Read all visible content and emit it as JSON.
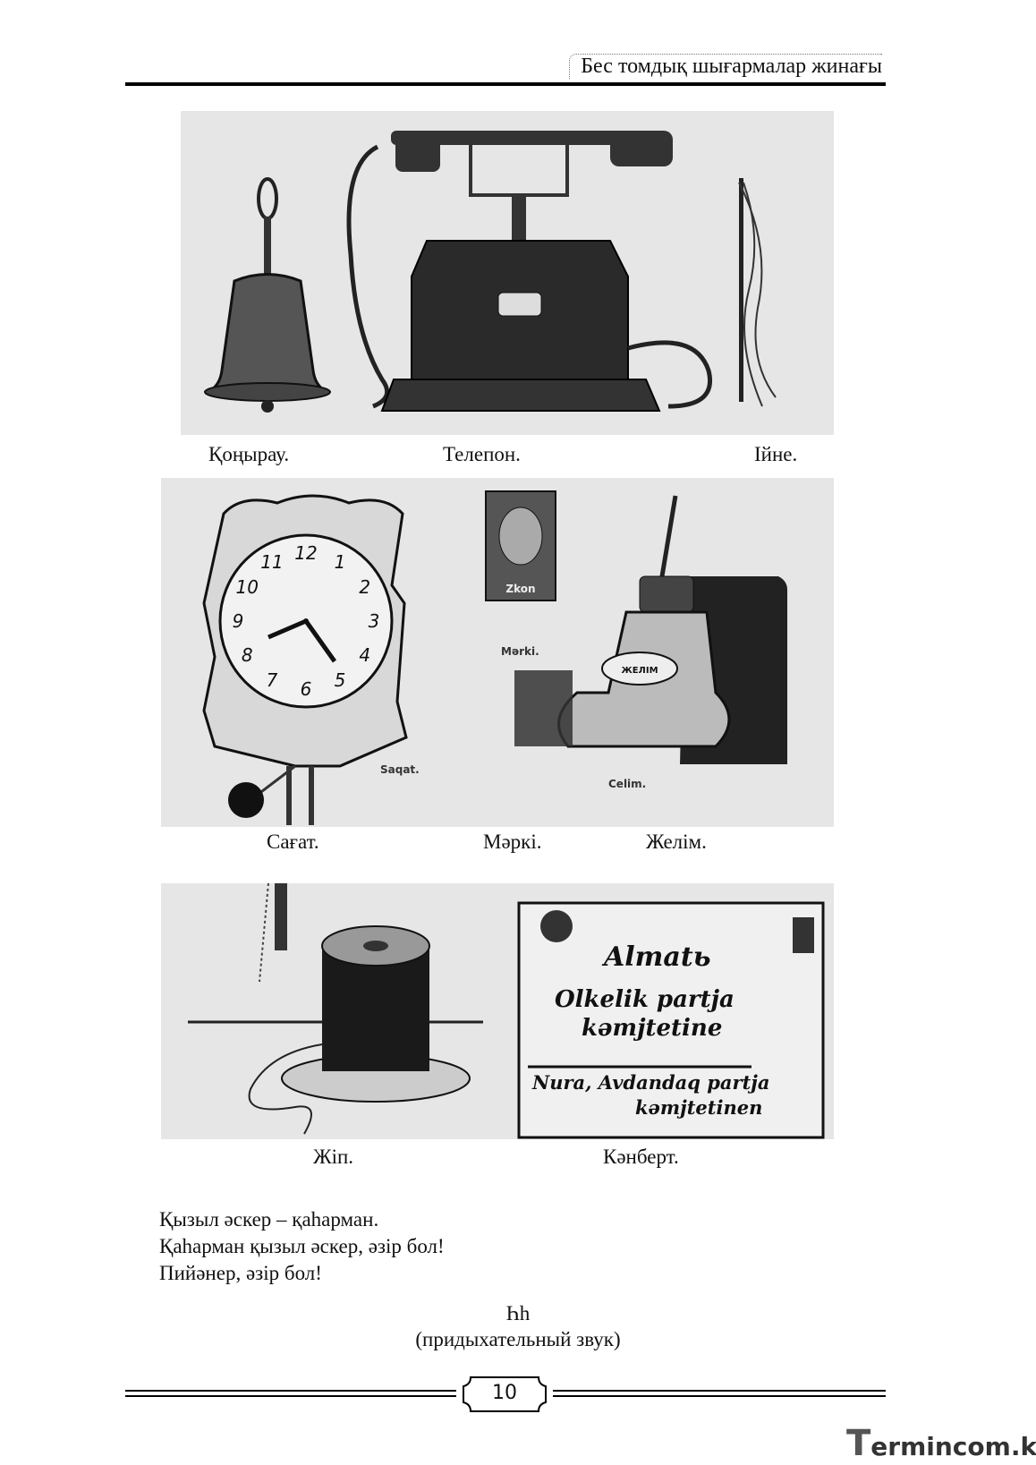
{
  "header": {
    "title": "Бес томдық шығармалар жинағы"
  },
  "figures": {
    "row1": {
      "captions": [
        "Қоңырау.",
        "Телепон.",
        "Ійне."
      ]
    },
    "row2": {
      "captions": [
        "Сағат.",
        "Мәркі.",
        "Желім."
      ],
      "clock_numbers": [
        "12",
        "1",
        "2",
        "3",
        "4",
        "5",
        "6",
        "7",
        "8",
        "9",
        "10",
        "11"
      ],
      "inline_labels": [
        "Saqat.",
        "Mərki.",
        "Celim."
      ],
      "stamp_label": "Zkon",
      "bottle_label": "ЖЕЛІМ"
    },
    "row3": {
      "captions": [
        "Жіп.",
        "Кәнберт."
      ],
      "envelope_lines": [
        "Almatь",
        "Olkelik partja",
        "kəmjtetinе",
        "Nura, Avdandaq partja",
        "kəmjtetinen"
      ]
    }
  },
  "verse": [
    "Қызыл әскер – қаһарман.",
    "Қаһарман қызыл әскер, әзір бол!",
    "Пийәнер, әзір бол!"
  ],
  "letter": {
    "heading": "Һh",
    "note": "(придыхательный звук)"
  },
  "footer": {
    "page_number": "10"
  },
  "watermark": {
    "first": "T",
    "rest": "ermincom.kz"
  }
}
